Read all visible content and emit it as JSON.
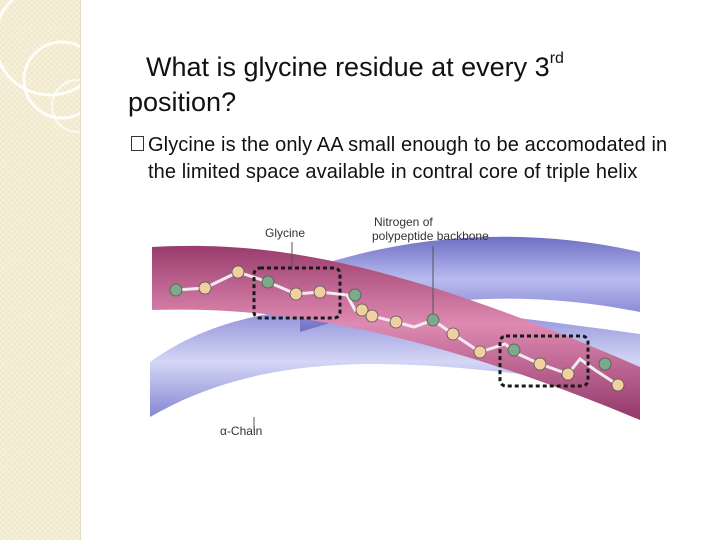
{
  "slide": {
    "title_part1": "What is glycine residue at every 3",
    "title_sup": "rd",
    "title_part2": "position?",
    "bullet_icon": "checkbox-square-icon",
    "bullet_text": "Glycine is the only AA small enough to be accomodated in the limited space available in contral core of triple  helix"
  },
  "figure": {
    "label_glycine": "Glycine",
    "label_nitrogen_line1": "Nitrogen of",
    "label_nitrogen_line2": "polypeptide backbone",
    "label_chain": "α-Chain"
  },
  "colors": {
    "strand_purple": "#c85a8a",
    "strand_blue": "#8e8fd8",
    "atom_green": "#7ea98a",
    "atom_tan": "#f2cfa0"
  }
}
